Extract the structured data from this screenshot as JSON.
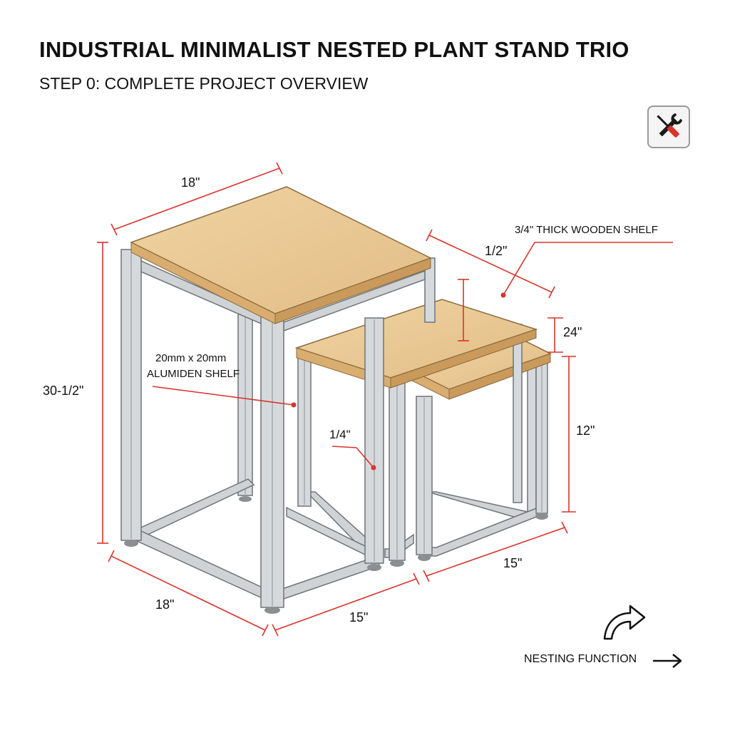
{
  "header": {
    "title": "INDUSTRIAL MINIMALIST NESTED PLANT STAND TRIO",
    "subtitle": "STEP 0: COMPLETE PROJECT OVERVIEW"
  },
  "icons": {
    "tool_badge": "wrench-screwdriver-icon",
    "curved_arrow": "curved-arrow-icon",
    "right_arrow": "arrow-right-icon"
  },
  "colors": {
    "dimension_line": "#d9342b",
    "wood": "#e7c48f",
    "wood_edge": "#c9a066",
    "aluminum": "#cfd3d6",
    "aluminum_dark": "#6f7479"
  },
  "dimensions": {
    "top_width": "18\"",
    "height": "30-1/2\"",
    "bottom_depth": "18\"",
    "bottom_width": "15\"",
    "mid_depth": "1/2\"",
    "mid_height": "24\"",
    "small_height": "12\"",
    "small_width": "15\"",
    "gap": "1/4\""
  },
  "callouts": {
    "shelf_thickness": "3/4\" THICK WOODEN SHELF",
    "frame_size": "20mm x 20mm",
    "frame_material": "ALUMIDEN SHELF"
  },
  "footer": {
    "nesting_label": "NESTING FUNCTION"
  }
}
